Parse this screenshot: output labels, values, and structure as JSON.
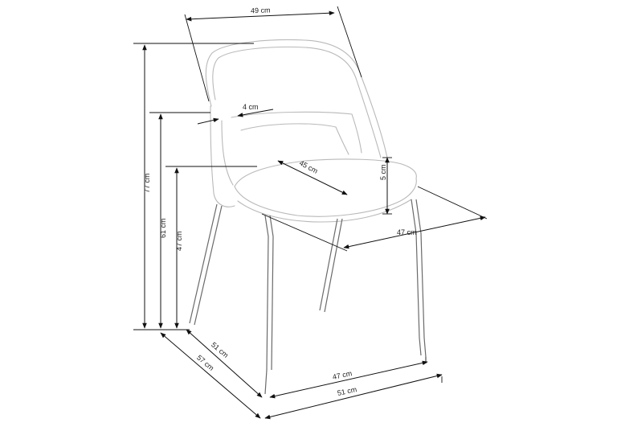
{
  "dimensions": {
    "top_width": "49 cm",
    "backrest_thickness": "4 cm",
    "seat_depth": "45 cm",
    "seat_thickness": "5 cm",
    "seat_width": "47 cm",
    "total_height": "77 cm",
    "armrest_height": "61 cm",
    "seat_height": "47 cm",
    "base_depth": "51 cm",
    "total_depth": "57 cm",
    "base_width": "47 cm",
    "total_width": "51 cm"
  },
  "colors": {
    "outline": "#b9b9b9",
    "legs": "#6a6a6a",
    "dimension_lines": "#111111"
  }
}
